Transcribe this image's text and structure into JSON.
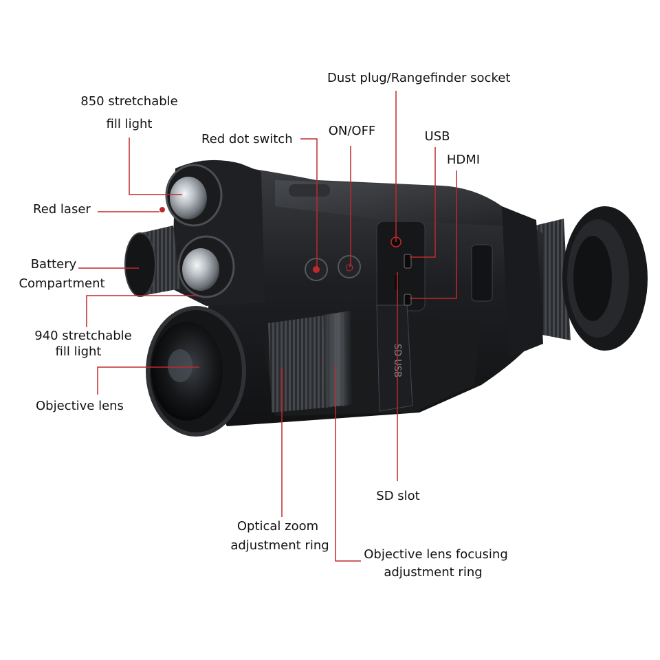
{
  "colors": {
    "leader": "#c0282d",
    "body_dark": "#1b1c1e",
    "body_mid": "#2d2f33",
    "body_light": "#55585e",
    "lens_glass": "#8e959c",
    "label_text": "#111111"
  },
  "labels": {
    "fill_850_line1": "850 stretchable",
    "fill_850_line2": "fill light",
    "red_laser": "Red laser",
    "battery_line1": "Battery",
    "battery_line2": "Compartment",
    "fill_940_line1": "940 stretchable",
    "fill_940_line2": "fill light",
    "objective_lens": "Objective lens",
    "red_dot_switch": "Red dot switch",
    "on_off": "ON/OFF",
    "dust_plug": "Dust plug/Rangefinder socket",
    "usb": "USB",
    "hdmi": "HDMI",
    "sd_slot": "SD slot",
    "optical_zoom_line1": "Optical zoom",
    "optical_zoom_line2": "adjustment ring",
    "focus_ring_line1": "Objective lens focusing",
    "focus_ring_line2": "adjustment ring"
  },
  "product": {
    "device_icon": "night-vision-monocular",
    "sd_door_print": "SD USB"
  }
}
